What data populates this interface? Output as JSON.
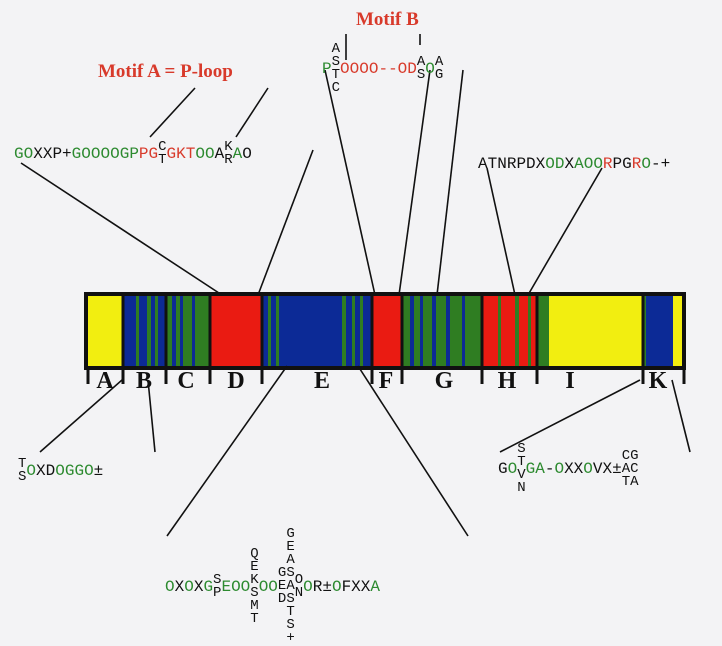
{
  "colors": {
    "yellow": "#f2ee10",
    "blue": "#0c2a96",
    "green": "#2f7d22",
    "red": "#ea1b12",
    "black": "#111111",
    "seq_green": "#2c8a2f",
    "seq_red": "#d83a2b",
    "seq_black": "#111111"
  },
  "motifs": {
    "a": "Motif A = P-loop",
    "b": "Motif B"
  },
  "segments": [
    "A",
    "B",
    "C",
    "D",
    "E",
    "F",
    "G",
    "H",
    "I",
    "K"
  ],
  "sequences": {
    "motif_a_seq": [
      {
        "t": "G",
        "c": "g"
      },
      {
        "t": "O",
        "c": "g"
      },
      {
        "t": "X",
        "c": "k"
      },
      {
        "t": "X",
        "c": "k"
      },
      {
        "t": "P",
        "c": "k"
      },
      {
        "t": "+",
        "c": "k"
      },
      {
        "t": "G",
        "c": "g"
      },
      {
        "t": "O",
        "c": "g"
      },
      {
        "t": "O",
        "c": "g"
      },
      {
        "t": "O",
        "c": "g"
      },
      {
        "t": "O",
        "c": "g"
      },
      {
        "t": "G",
        "c": "g"
      },
      {
        "t": "P",
        "c": "g"
      },
      {
        "t": "P",
        "c": "r"
      },
      {
        "t": "G",
        "c": "r"
      },
      {
        "s": [
          "C",
          "T"
        ],
        "c": "k"
      },
      {
        "t": "G",
        "c": "r"
      },
      {
        "t": "K",
        "c": "r"
      },
      {
        "t": "T",
        "c": "r"
      },
      {
        "t": "O",
        "c": "g"
      },
      {
        "t": "O",
        "c": "g"
      },
      {
        "t": "A",
        "c": "k"
      },
      {
        "s": [
          "K",
          "R"
        ],
        "c": "k"
      },
      {
        "t": "A",
        "c": "g"
      },
      {
        "t": "O",
        "c": "k"
      }
    ],
    "motif_b_seq": [
      {
        "t": "P",
        "c": "g"
      },
      {
        "s": [
          "A",
          "S",
          "T",
          "C"
        ],
        "c": "k"
      },
      {
        "t": "O",
        "c": "r"
      },
      {
        "t": "O",
        "c": "r"
      },
      {
        "t": "O",
        "c": "r"
      },
      {
        "t": "O",
        "c": "r"
      },
      {
        "t": "-",
        "c": "r"
      },
      {
        "t": "-",
        "c": "r"
      },
      {
        "t": "O",
        "c": "r"
      },
      {
        "t": "D",
        "c": "r"
      },
      {
        "s": [
          "A",
          "S"
        ],
        "c": "k"
      },
      {
        "t": "O",
        "c": "g"
      },
      {
        "s": [
          "A",
          "G"
        ],
        "c": "k"
      }
    ],
    "right_top_seq": [
      {
        "t": "A",
        "c": "k"
      },
      {
        "t": "T",
        "c": "k"
      },
      {
        "t": "N",
        "c": "k"
      },
      {
        "t": "R",
        "c": "k"
      },
      {
        "t": "P",
        "c": "k"
      },
      {
        "t": "D",
        "c": "k"
      },
      {
        "t": "X",
        "c": "k"
      },
      {
        "t": "O",
        "c": "g"
      },
      {
        "t": "D",
        "c": "g"
      },
      {
        "t": "X",
        "c": "k"
      },
      {
        "t": "A",
        "c": "g"
      },
      {
        "t": "O",
        "c": "g"
      },
      {
        "t": "O",
        "c": "g"
      },
      {
        "t": "R",
        "c": "r"
      },
      {
        "t": "P",
        "c": "k"
      },
      {
        "t": "G",
        "c": "k"
      },
      {
        "t": "R",
        "c": "r"
      },
      {
        "t": "O",
        "c": "g"
      },
      {
        "t": "-",
        "c": "k"
      },
      {
        "t": "+",
        "c": "k"
      }
    ],
    "left_bottom_seq": [
      {
        "s": [
          "T",
          "S"
        ],
        "c": "k"
      },
      {
        "t": "O",
        "c": "g"
      },
      {
        "t": "X",
        "c": "k"
      },
      {
        "t": "D",
        "c": "k"
      },
      {
        "t": "O",
        "c": "g"
      },
      {
        "t": "G",
        "c": "g"
      },
      {
        "t": "G",
        "c": "g"
      },
      {
        "t": "O",
        "c": "g"
      },
      {
        "t": "±",
        "c": "k"
      }
    ],
    "bottom_center_seq": [
      {
        "t": "O",
        "c": "g"
      },
      {
        "t": "X",
        "c": "k"
      },
      {
        "t": "O",
        "c": "g"
      },
      {
        "t": "X",
        "c": "k"
      },
      {
        "t": "G",
        "c": "g"
      },
      {
        "s": [
          "S",
          "P"
        ],
        "c": "k"
      },
      {
        "t": "E",
        "c": "g"
      },
      {
        "t": "O",
        "c": "g"
      },
      {
        "t": "O",
        "c": "g"
      },
      {
        "s": [
          "Q",
          "E",
          "K",
          "S",
          "M",
          "T"
        ],
        "c": "k"
      },
      {
        "t": "O",
        "c": "g"
      },
      {
        "t": "O",
        "c": "g"
      },
      {
        "s": [
          "G",
          "E",
          "D"
        ],
        "c": "k"
      },
      {
        "s": [
          "G",
          "E",
          "A",
          "S",
          "A",
          "S",
          "T",
          "S",
          "+"
        ],
        "c": "k"
      },
      {
        "s": [
          "O",
          "N"
        ],
        "c": "k"
      },
      {
        "t": "O",
        "c": "g"
      },
      {
        "t": "R",
        "c": "k"
      },
      {
        "t": "±",
        "c": "k"
      },
      {
        "t": "O",
        "c": "g"
      },
      {
        "t": "F",
        "c": "k"
      },
      {
        "t": "X",
        "c": "k"
      },
      {
        "t": "X",
        "c": "k"
      },
      {
        "t": "A",
        "c": "g"
      }
    ],
    "bottom_right_seq": [
      {
        "t": "G",
        "c": "k"
      },
      {
        "t": "O",
        "c": "g"
      },
      {
        "s": [
          "S",
          "T",
          "V",
          "N"
        ],
        "c": "k"
      },
      {
        "t": "G",
        "c": "g"
      },
      {
        "t": "A",
        "c": "g"
      },
      {
        "t": "-",
        "c": "k"
      },
      {
        "t": "O",
        "c": "g"
      },
      {
        "t": "X",
        "c": "k"
      },
      {
        "t": "X",
        "c": "k"
      },
      {
        "t": "O",
        "c": "g"
      },
      {
        "t": "V",
        "c": "k"
      },
      {
        "t": "X",
        "c": "k"
      },
      {
        "t": "±",
        "c": "k"
      },
      {
        "s": [
          "C",
          "A",
          "T"
        ],
        "c": "k"
      },
      {
        "s": [
          "G",
          "C",
          "A"
        ],
        "c": "k"
      }
    ]
  }
}
